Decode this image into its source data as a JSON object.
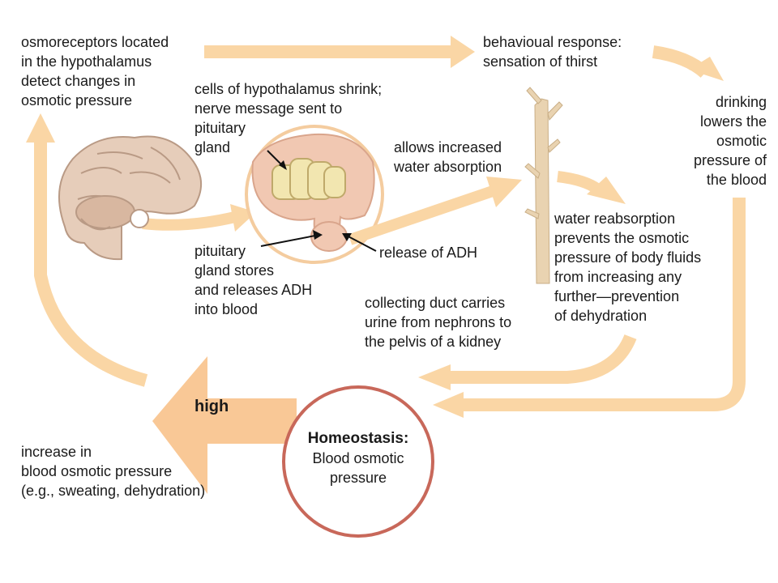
{
  "colors": {
    "arrow": "#FAD6A5",
    "arrow_high": "#F9C896",
    "circle_ring": "#C8685A",
    "brain": "#E6CDBA",
    "pituitary": "#F1C8B2",
    "cells": "#F2E6B0",
    "duct": "#E9D3B1"
  },
  "labels": {
    "osmoreceptors": "osmoreceptors located\nin the hypothalamus\ndetect changes in\nosmotic pressure",
    "behavioural": "behavioual response:\nsensation of thirst",
    "cells_shrink": "cells of hypothalamus shrink;\nnerve message sent to\npituitary\ngland",
    "allows": "allows increased\nwater absorption",
    "drinking": "drinking\nlowers the\nosmotic\npressure of\nthe blood",
    "water_reabsorption": "water reabsorption\nprevents the osmotic\npressure of body fluids\nfrom increasing any\nfurther—prevention\nof dehydration",
    "pituitary_stores": "pituitary\ngland stores\nand releases ADH\ninto blood",
    "release_adh": "release of ADH",
    "collecting_duct": "collecting duct carries\nurine from nephrons to\nthe pelvis of a kidney",
    "high": "high",
    "increase": "increase in\nblood osmotic pressure\n(e.g., sweating, dehydration)"
  },
  "center": {
    "title": "Homeostasis:",
    "subtitle": "Blood osmotic\npressure"
  }
}
